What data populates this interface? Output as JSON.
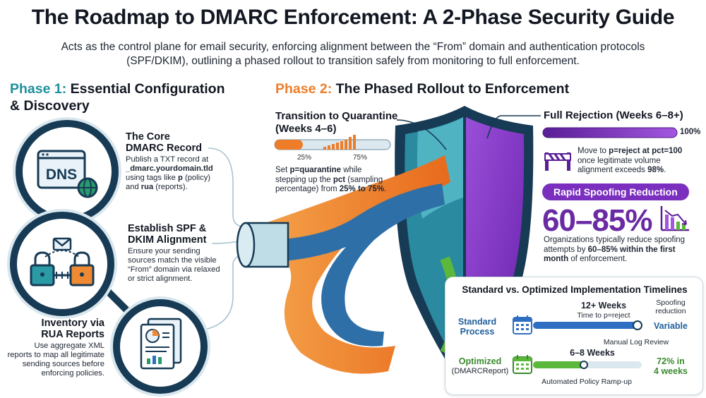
{
  "header": {
    "title": "The Roadmap to DMARC Enforcement: A 2-Phase Security Guide",
    "subtitle_line1": "Acts as the control plane for email security, enforcing alignment between the “From” domain and authentication protocols",
    "subtitle_line2": "(SPF/DKIM), outlining a phased rollout to transition safely from monitoring to full enforcement."
  },
  "phase1": {
    "number": "Phase 1:",
    "title_rest": "Essential Configuration",
    "title_line2": "& Discovery",
    "steps": [
      {
        "icon": "dns-globe-icon",
        "icon_text": "DNS",
        "heading1": "The Core",
        "heading2": "DMARC Record",
        "b1": "Publish a TXT record at",
        "b2": "_dmarc.yourdomain.tld",
        "b3a": "using tags like ",
        "b3b": "p",
        "b3c": " (policy)",
        "b4a": "and ",
        "b4b": "rua",
        "b4c": " (reports)."
      },
      {
        "icon": "padlocks-envelope-icon",
        "heading1": "Establish SPF &",
        "heading2": "DKIM Alignment",
        "b1": "Ensure your sending",
        "b2": "sources match the visible",
        "b3": "“From” domain via relaxed",
        "b4": "or strict alignment."
      },
      {
        "icon": "report-document-icon",
        "heading1": "Inventory via",
        "heading2": "RUA Reports",
        "b1": "Use aggregate XML",
        "b2": "reports to map all legitimate",
        "b3": "sending sources before",
        "b4": "enforcing policies."
      }
    ]
  },
  "phase2": {
    "number": "Phase 2:",
    "title_rest": "The Phased Rollout to Enforcement",
    "quarantine": {
      "heading1": "Transition to Quarantine",
      "heading2": "(Weeks 4–6)",
      "pct_low": "25%",
      "pct_high": "75%",
      "b1a": "Set ",
      "b1b": "p=quarantine",
      "b1c": " while",
      "b2a": "stepping up the ",
      "b2b": "pct",
      "b2c": " (sampling",
      "b3a": "percentage) from ",
      "b3b": "25% to 75%",
      "b3c": "."
    },
    "rejection": {
      "heading": "Full Rejection (Weeks 6–8+)",
      "bar_value": "100%",
      "b1a": "Move to ",
      "b1b": "p=reject at pct=100",
      "b2": "once legitimate volume",
      "b3a": "alignment exceeds ",
      "b3b": "98%",
      "b3c": "."
    },
    "spoofing": {
      "pill": "Rapid Spoofing Reduction",
      "stat": "60–85%",
      "b1": "Organizations typically reduce spoofing",
      "b2a": "attempts by ",
      "b2b": "60–85% within the first",
      "b3a": "month",
      "b3b": " of enforcement."
    }
  },
  "timelines": {
    "title": "Standard vs. Optimized Implementation Timelines",
    "standard": {
      "label1": "Standard",
      "label2": "Process",
      "duration": "12+ Weeks",
      "duration_sub": "Time to p=reject",
      "note": "Manual Log Review",
      "result_head1": "Spoofing",
      "result_head2": "reduction",
      "result": "Variable"
    },
    "optimized": {
      "label1": "Optimized",
      "label2": "(DMARCReport)",
      "duration": "6–8 Weeks",
      "note": "Automated Policy Ramp-up",
      "result1": "72% in",
      "result2": "4 weeks"
    }
  },
  "colors": {
    "navy": "#173a55",
    "teal": "#1f8f9c",
    "orange": "#ee7d2a",
    "purple": "#7b2fbe",
    "blue": "#2e6fc4",
    "green": "#5bb83a"
  }
}
